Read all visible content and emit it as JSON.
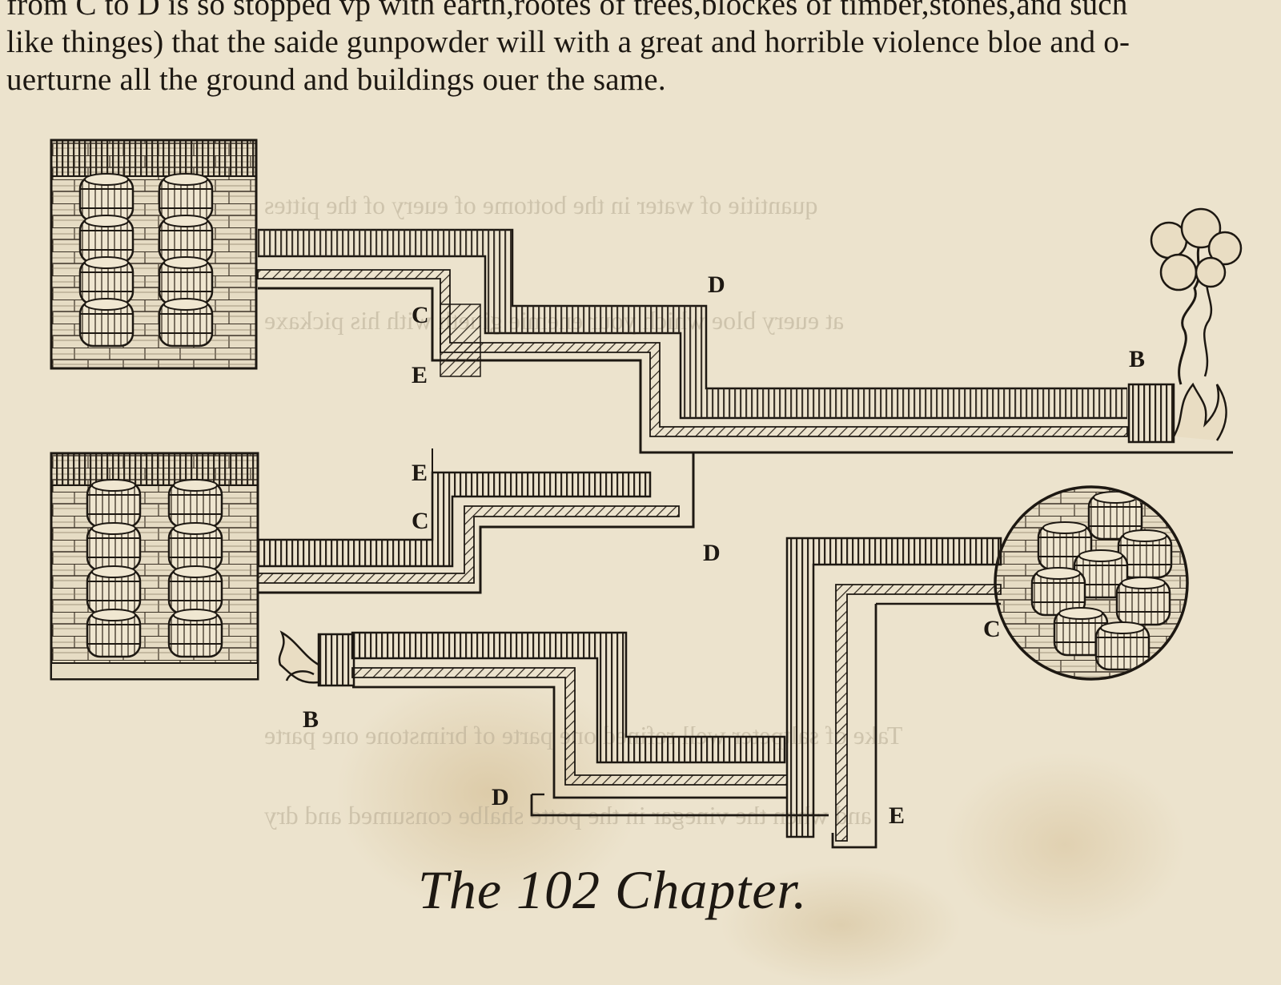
{
  "intro_lines": [
    "from C to D is so stopped vp with earth,rootes of trees,blockes of timber,stones,and such",
    "like thinges) that the saide gunpowder will with a great and horrible violence bloe and o-",
    "uerturne all the ground and buildings ouer the same."
  ],
  "figure": {
    "labels": {
      "d_top": "D",
      "c_top": "C",
      "e_top": "E",
      "b_top": "B",
      "e_mid": "E",
      "c_mid": "C",
      "d_mid": "D",
      "c_right": "C",
      "b_bottom": "B",
      "d_bottom": "D",
      "e_bottom": "E"
    }
  },
  "chapter_title": "The 102 Chapter."
}
